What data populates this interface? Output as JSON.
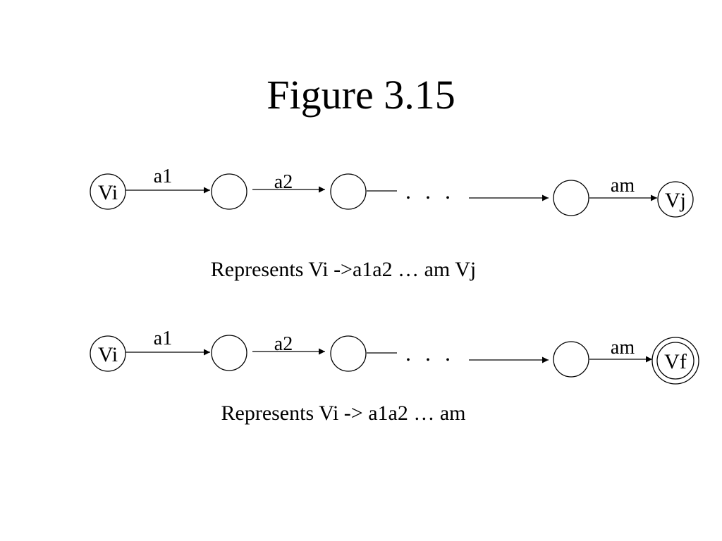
{
  "title": "Figure 3.15",
  "diagrams": [
    {
      "start_node": "Vi",
      "end_node": "Vj",
      "end_is_final": false,
      "edge_labels": [
        "a1",
        "a2",
        "am"
      ],
      "ellipsis": ". . .",
      "caption": "Represents Vi ->a1a2 … am Vj"
    },
    {
      "start_node": "Vi",
      "end_node": "Vf",
      "end_is_final": true,
      "edge_labels": [
        "a1",
        "a2",
        "am"
      ],
      "ellipsis": ". . .",
      "caption": "Represents Vi -> a1a2 … am"
    }
  ],
  "colors": {
    "foreground": "#000000",
    "background": "#ffffff"
  }
}
